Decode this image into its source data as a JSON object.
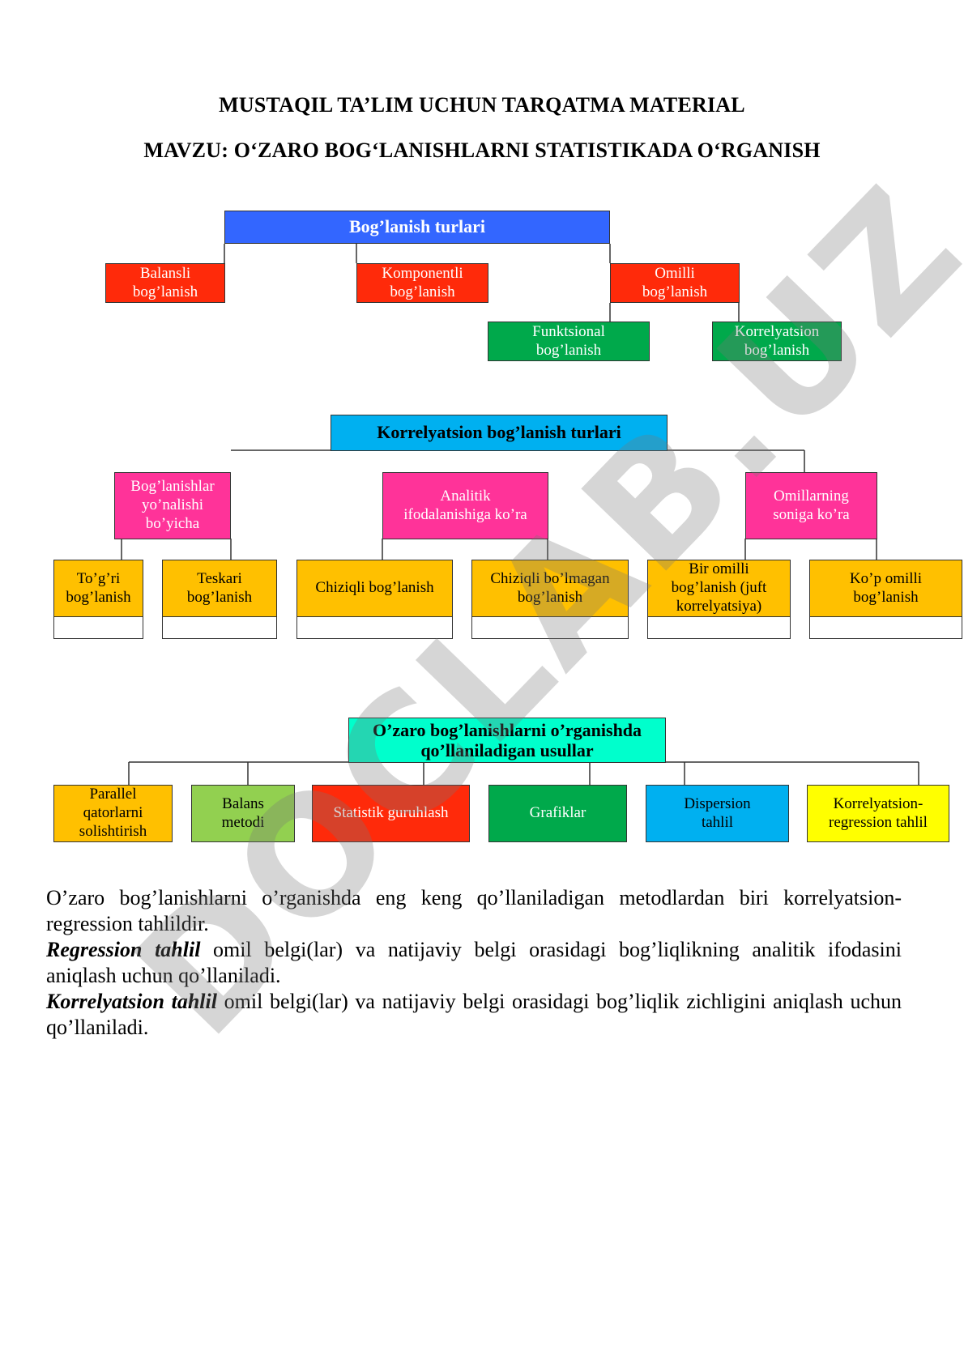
{
  "header": {
    "title": "MUSTAQIL TA’LIM UCHUN TARQATMA MATERIAL",
    "subtitle": "MAVZU: O‘ZARO BOG‘LANISHLARNI STATISTIKADA O‘RGANISH"
  },
  "diagram1": {
    "root": "Bog’lanish turlari",
    "balansli": [
      "Balansli",
      "bog’lanish"
    ],
    "komponentli": [
      "Komponentli",
      "bog’lanish"
    ],
    "omilli": [
      "Omilli",
      "bog’lanish"
    ],
    "funksional": [
      "Funktsional",
      "bog’lanish"
    ],
    "korrelyatsion": [
      "Korrelyatsion",
      "bog’lanish"
    ]
  },
  "diagram2": {
    "root": "Korrelyatsion bog’lanish turlari",
    "yonalish": [
      "Bog’lanishlar",
      "yo’nalishi",
      "bo’yicha"
    ],
    "analitik": [
      "Analitik",
      "ifodalanishiga ko’ra"
    ],
    "omillar": [
      "Omillarning",
      "soniga ko’ra"
    ],
    "togri": [
      "To’g’ri",
      "bog’lanish"
    ],
    "teskari": [
      "Teskari",
      "bog’lanish"
    ],
    "chiziqli": [
      "Chiziqli bog’lanish"
    ],
    "chiziqsiz": [
      "Chiziqli bo’lmagan",
      "bog’lanish"
    ],
    "bir_omilli": [
      "Bir omilli",
      "bog’lanish (juft",
      "korrelyatsiya)"
    ],
    "kop_omilli": [
      "Ko’p omilli",
      "bog’lanish"
    ]
  },
  "diagram3": {
    "root": [
      "O’zaro bog’lanishlarni o’rganishda",
      "qo’llaniladigan usullar"
    ],
    "parallel": [
      "Parallel",
      "qatorlarni",
      "solishtirish"
    ],
    "balans": [
      "Balans",
      "metodi"
    ],
    "guruhlash": [
      "Statistik guruhlash"
    ],
    "grafiklar": [
      "Grafiklar"
    ],
    "dispersion": [
      "Dispersion",
      "tahlil"
    ],
    "regression": [
      "Korrelyatsion-",
      "regression tahlil"
    ]
  },
  "text": {
    "p1": "O’zaro bog’lanishlarni o’rganishda eng keng qo’llaniladigan metodlardan biri korrelyatsion-regression tahlildir.",
    "p2_term": "Regression tahlil",
    "p2_rest": " omil belgi(lar) va natijaviy belgi orasidagi bog’liqlikning analitik ifodasini aniqlash uchun qo’llaniladi.",
    "p3_term": "Korrelyatsion tahlil",
    "p3_rest": " omil belgi(lar) va natijaviy belgi orasidagi bog’liqlik zichligini aniqlash uchun qo’llaniladi."
  },
  "watermark": "DOCLAB.UZ",
  "colors": {
    "red": "#ff2a0a",
    "green": "#00a94b",
    "blue": "#3366ff",
    "cyan": "#00b0f0",
    "pink": "#ff3399",
    "orange": "#ffc000",
    "lime": "#92d050",
    "aqua": "#00ffcc",
    "yellow": "#ffff00"
  }
}
